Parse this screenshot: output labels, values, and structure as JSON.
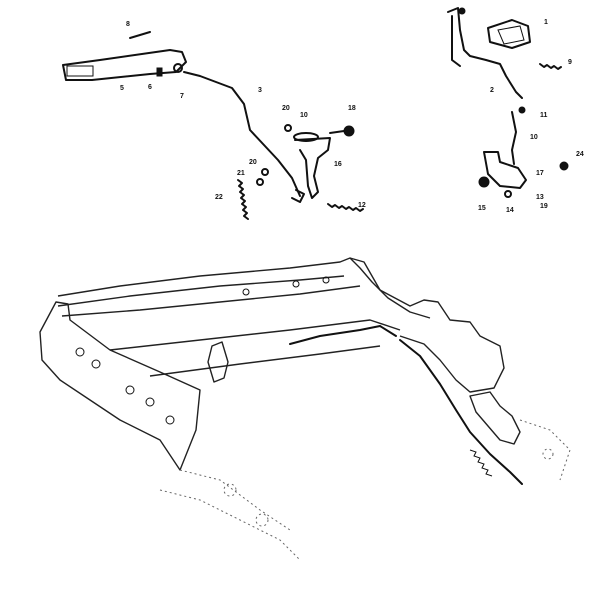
{
  "diagram": {
    "callouts": [
      {
        "id": "c-8",
        "text": "8"
      },
      {
        "id": "c-5",
        "text": "5"
      },
      {
        "id": "c-6",
        "text": "6"
      },
      {
        "id": "c-7",
        "text": "7"
      },
      {
        "id": "c-3",
        "text": "3"
      },
      {
        "id": "c-20a",
        "text": "20"
      },
      {
        "id": "c-10a",
        "text": "10"
      },
      {
        "id": "c-18",
        "text": "18"
      },
      {
        "id": "c-16",
        "text": "16"
      },
      {
        "id": "c-20b",
        "text": "20"
      },
      {
        "id": "c-21",
        "text": "21"
      },
      {
        "id": "c-22",
        "text": "22"
      },
      {
        "id": "c-12",
        "text": "12"
      },
      {
        "id": "c-1",
        "text": "1"
      },
      {
        "id": "c-9",
        "text": "9"
      },
      {
        "id": "c-2",
        "text": "2"
      },
      {
        "id": "c-11",
        "text": "11"
      },
      {
        "id": "c-10b",
        "text": "10"
      },
      {
        "id": "c-24",
        "text": "24"
      },
      {
        "id": "c-17",
        "text": "17"
      },
      {
        "id": "c-13",
        "text": "13"
      },
      {
        "id": "c-15",
        "text": "15"
      },
      {
        "id": "c-14",
        "text": "14"
      },
      {
        "id": "c-19",
        "text": "19"
      }
    ]
  }
}
